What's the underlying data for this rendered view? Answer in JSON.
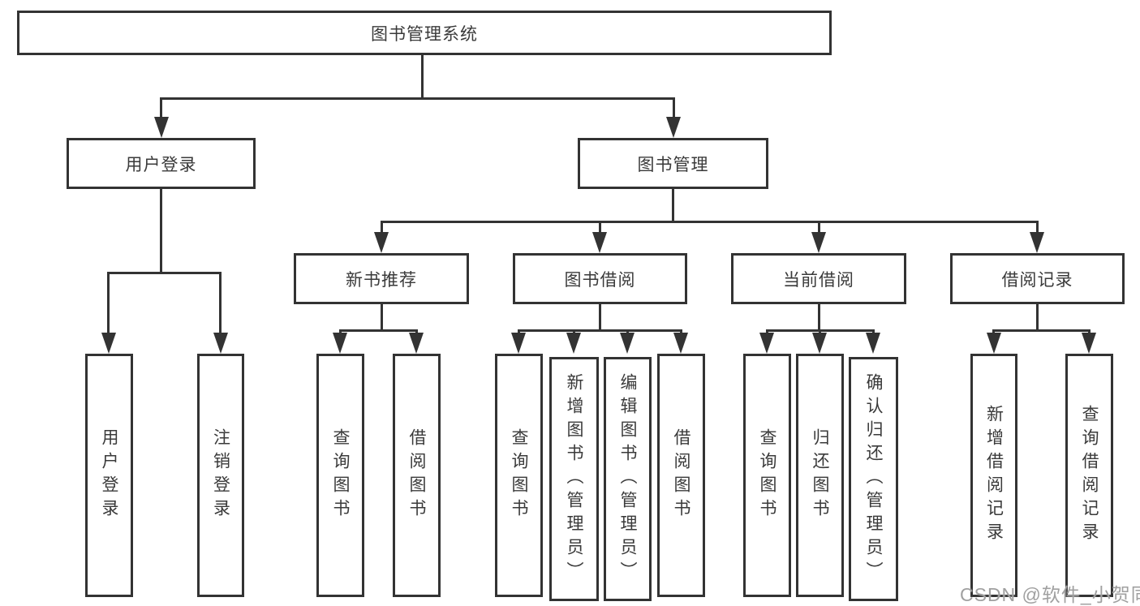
{
  "diagram": {
    "root": "图书管理系统",
    "level2": [
      "用户登录",
      "图书管理"
    ],
    "level3": [
      "新书推荐",
      "图书借阅",
      "当前借阅",
      "借阅记录"
    ],
    "leaves": {
      "login": [
        "用户登录",
        "注销登录"
      ],
      "recommend": [
        "查询图书",
        "借阅图书"
      ],
      "borrow": [
        "查询图书",
        "新增图书（管理员）",
        "编辑图书（管理员）",
        "借阅图书"
      ],
      "current": [
        "查询图书",
        "归还图书",
        "确认归还（管理员）"
      ],
      "record": [
        "新增借阅记录",
        "查询借阅记录"
      ]
    },
    "watermark": "CSDN @软件_小贺同学",
    "colors": {
      "line": "#333333",
      "text": "#3a3a3a",
      "watermark": "#a0a0a0"
    }
  }
}
